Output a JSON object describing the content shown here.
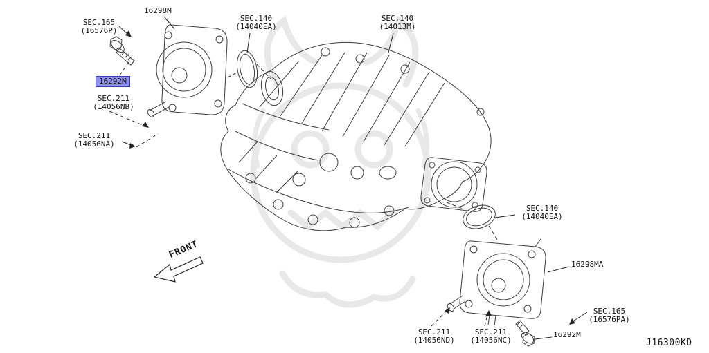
{
  "diagram": {
    "code": "J16300KD",
    "front_label": "FRONT",
    "highlight": {
      "bg": "#8f90ee",
      "border": "#3a3ab0"
    },
    "callouts": {
      "sec165_p": {
        "line1": "SEC.165",
        "line2": "(16576P)"
      },
      "num_16298m": {
        "text": "16298M"
      },
      "num_16292m": {
        "text": "16292M"
      },
      "sec211_nb": {
        "line1": "SEC.211",
        "line2": "(14056NB)"
      },
      "sec211_na": {
        "line1": "SEC.211",
        "line2": "(14056NA)"
      },
      "sec140_ea_top": {
        "line1": "SEC.140",
        "line2": "(14040EA)"
      },
      "sec140_13m": {
        "line1": "SEC.140",
        "line2": "(14013M)"
      },
      "sec140_ea_right": {
        "line1": "SEC.140",
        "line2": "(14040EA)"
      },
      "num_16298ma": {
        "text": "16298MA"
      },
      "sec165_pa": {
        "line1": "SEC.165",
        "line2": "(16576PA)"
      },
      "num_16292m_b": {
        "text": "16292M"
      },
      "sec211_nd": {
        "line1": "SEC.211",
        "line2": "(14056ND)"
      },
      "sec211_nc": {
        "line1": "SEC.211",
        "line2": "(14056NC)"
      }
    }
  }
}
